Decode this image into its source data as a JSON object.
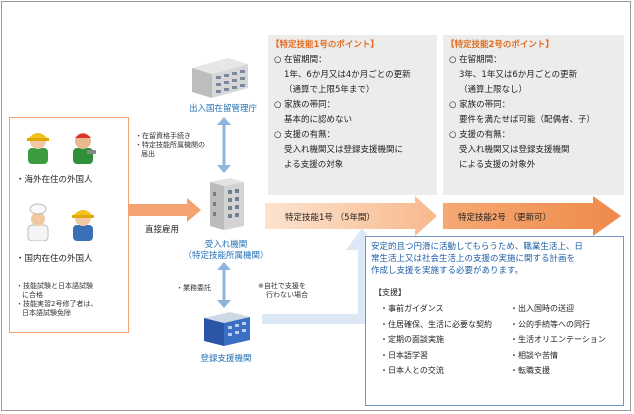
{
  "left_box": {
    "overseas_label": "・海外在住の外国人",
    "domestic_label": "・国内在住の外国人",
    "note_line1": "・技能試験と日本語試験",
    "note_line2": "に合格",
    "note_line3": "・技能実習2号修了者は、",
    "note_line4": "日本語試験免除"
  },
  "immigration": {
    "label": "出入国在留管理庁",
    "note_line1": "・在留資格手続き",
    "note_line2": "・特定技能所属機関の",
    "note_line3": "届出"
  },
  "direct_hire": "直接雇用",
  "host_org": {
    "line1": "受入れ機関",
    "line2": "（特定技能所属機関）"
  },
  "outsourcing": "・業務委託",
  "registered_support": {
    "label": "登録支援機関",
    "note_line1": "※自社で支援を",
    "note_line2": "行わない場合"
  },
  "arrow1_label": "特定技能1号 （5年間）",
  "arrow2_label": "特定技能2号 （更新可）",
  "point1": {
    "title": "【特定技能1号のポイント】",
    "lines": [
      "○ 在留期間：",
      "1年、6か月又は4か月ごとの更新",
      "（通算で上限5年まで）",
      "○ 家族の帯同：",
      "基本的に認めない",
      "○ 支援の有無：",
      "受入れ機関又は登録支援機関に",
      "よる支援の対象"
    ]
  },
  "point2": {
    "title": "【特定技能2号のポイント】",
    "lines": [
      "○ 在留期間：",
      "3年、1年又は6か月ごとの更新",
      "（通算上限なし）",
      "○ 家族の帯同：",
      "要件を満たせば可能（配偶者、子）",
      "○ 支援の有無：",
      "受入れ機関又は登録支援機関",
      "による支援の対象外"
    ]
  },
  "support": {
    "intro_line1": "安定的且つ円滑に活動してもらうため、職業生活上、日",
    "intro_line2": "常生活上又は社会生活上の支援の実施に関する計画を",
    "intro_line3": "作成し支援を実施する必要があります。",
    "heading": "【支援】",
    "left_items": [
      "・事前ガイダンス",
      "・住居確保、生活に必要な契約",
      "・定期の面談実施",
      "・日本語学習",
      "・日本人との交流"
    ],
    "right_items": [
      "・出入国時の送迎",
      "・公的手続等への同行",
      "・生活オリエンテーション",
      "・相談や苦情",
      "・転職支援"
    ]
  },
  "colors": {
    "orange": "#f2a36f",
    "orange_dark": "#e46c1e",
    "blue": "#1f6fb5",
    "arrow_blue": "#8fb4de",
    "panel_gray": "#ececec"
  }
}
